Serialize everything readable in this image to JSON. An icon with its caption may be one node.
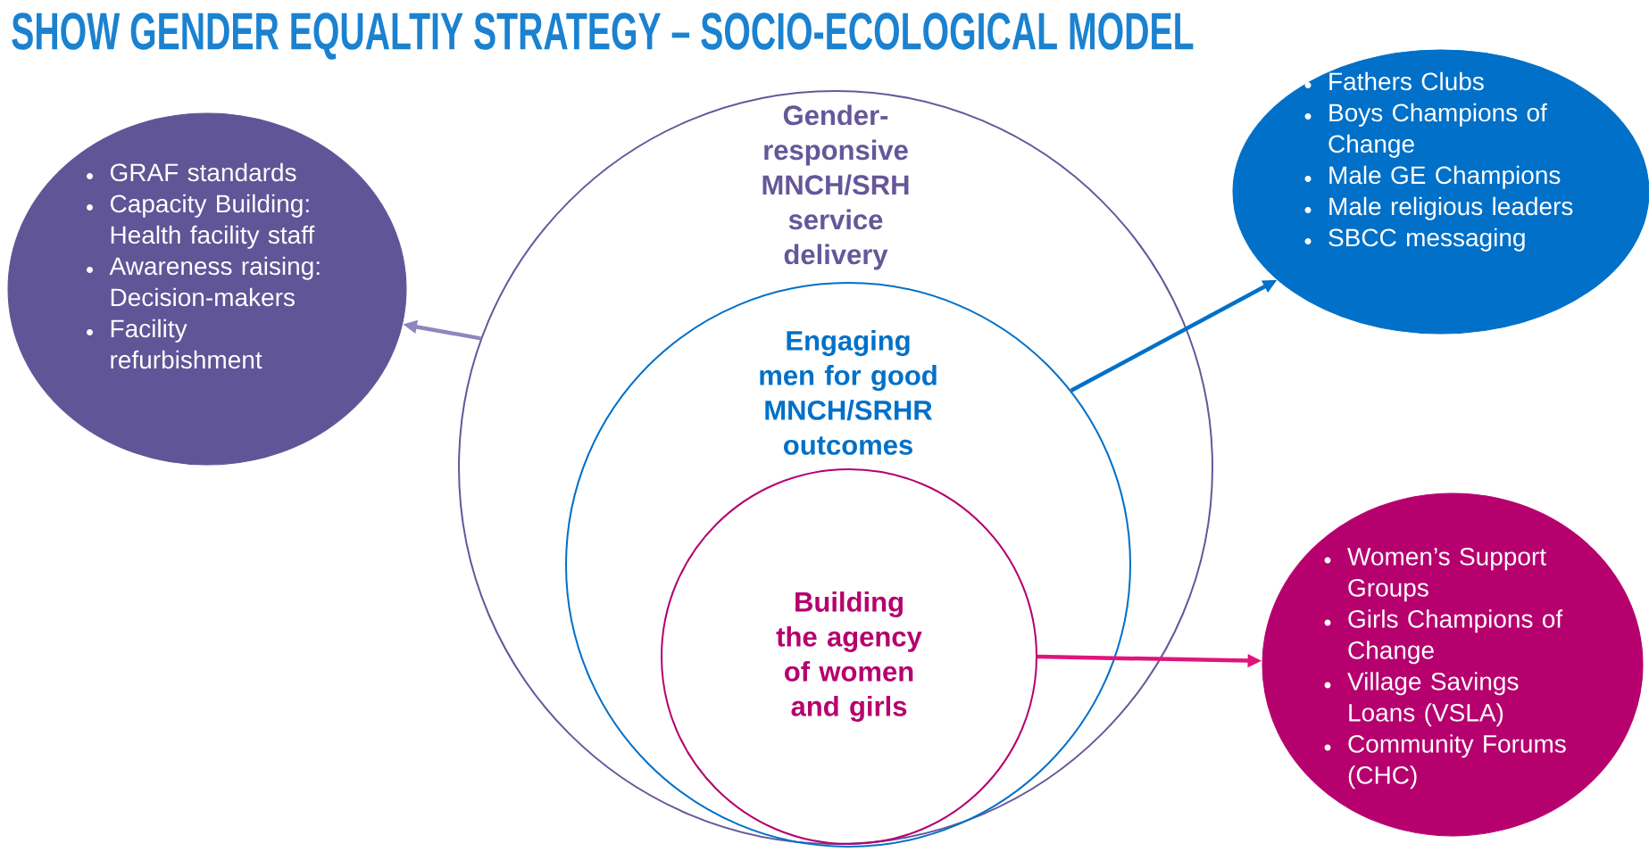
{
  "diagram": {
    "title": "SHOW GENDER EQUALTIY STRATEGY – SOCIO-ECOLOGICAL MODEL",
    "nodes": [
      {
        "text": [
          "GRAF standards",
          "Capacity Building: Health facility staff",
          "Awareness raising: Decision-makers",
          "Facility refurbishment"
        ]
      },
      {
        "text": [
          "Gender-responsive MNCH/SRH service delivery"
        ]
      },
      {
        "text": [
          "Engaging men for good MNCH/SRHR outcomes"
        ],
        "in": 1
      },
      {
        "text": [
          "Building the agency of women and girls"
        ],
        "in": 2
      },
      {
        "text": [
          "Fathers Clubs",
          "Boys Champions of Change",
          "Male GE Champions",
          "Male religious leaders",
          "SBCC messaging"
        ]
      },
      {
        "text": [
          "Women’s Support Groups",
          "Girls Champions of Change",
          "Village Savings Loans (VSLA)",
          "Community Forums (CHC)"
        ]
      }
    ],
    "edges": [
      {
        "from": 1,
        "to": 0,
        "arrow": "to",
        "color": "#8e86c0"
      },
      {
        "from": 2,
        "to": 4,
        "arrow": "to",
        "color": "#0070c8"
      },
      {
        "from": 3,
        "to": 5,
        "arrow": "to",
        "color": "#e0147c"
      }
    ]
  }
}
